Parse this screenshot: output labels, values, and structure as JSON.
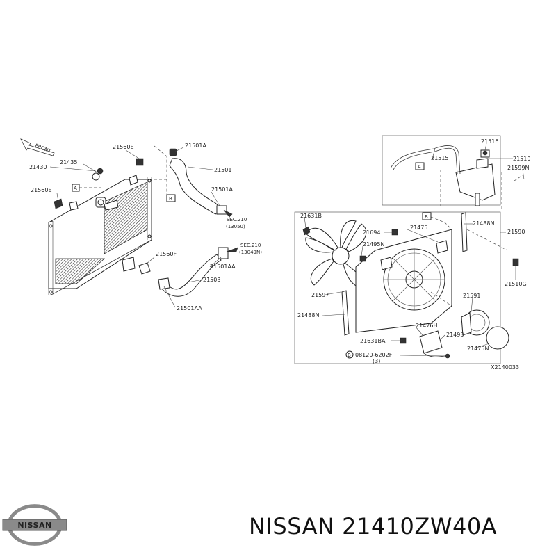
{
  "caption": {
    "brand": "NISSAN",
    "part_number": "21410ZW40A"
  },
  "logo": {
    "text": "NISSAN"
  },
  "diagram": {
    "front_label": "FRONT",
    "figure_code": "X2140033",
    "ref_markers": {
      "A": "A",
      "B": "B"
    },
    "left_labels": {
      "p21560E_top": "21560E",
      "p21501A_top": "21501A",
      "p21430": "21430",
      "p21435": "21435",
      "p21501": "21501",
      "p21560E_left": "21560E",
      "p21501A_mid": "21501A",
      "sec210_a": "SEC.210",
      "sec210_a_ref": "(13050)",
      "sec210_b": "SEC.210",
      "sec210_b_ref": "(13049N)",
      "p21560F": "21560F",
      "p21501AA_mid": "21501AA",
      "p21503": "21503",
      "p21501AA_bottom": "21501AA"
    },
    "right_labels": {
      "p21516": "21516",
      "p21510": "21510",
      "p21515": "21515",
      "p21599N": "21599N",
      "p21631B": "21631B",
      "p21694": "21694",
      "p21475_top": "21475",
      "p21488N_top": "21488N",
      "p21590": "21590",
      "p21495N": "21495N",
      "p21510G": "21510G",
      "p21597": "21597",
      "p21591": "21591",
      "p21488N_bottom": "21488N",
      "p21476H": "21476H",
      "p21493": "21493",
      "p21631BA": "21631BA",
      "p21475N": "21475N",
      "bolt_code": "08120-6202F",
      "bolt_qty": "(3)",
      "bolt_symbol": "B"
    }
  }
}
